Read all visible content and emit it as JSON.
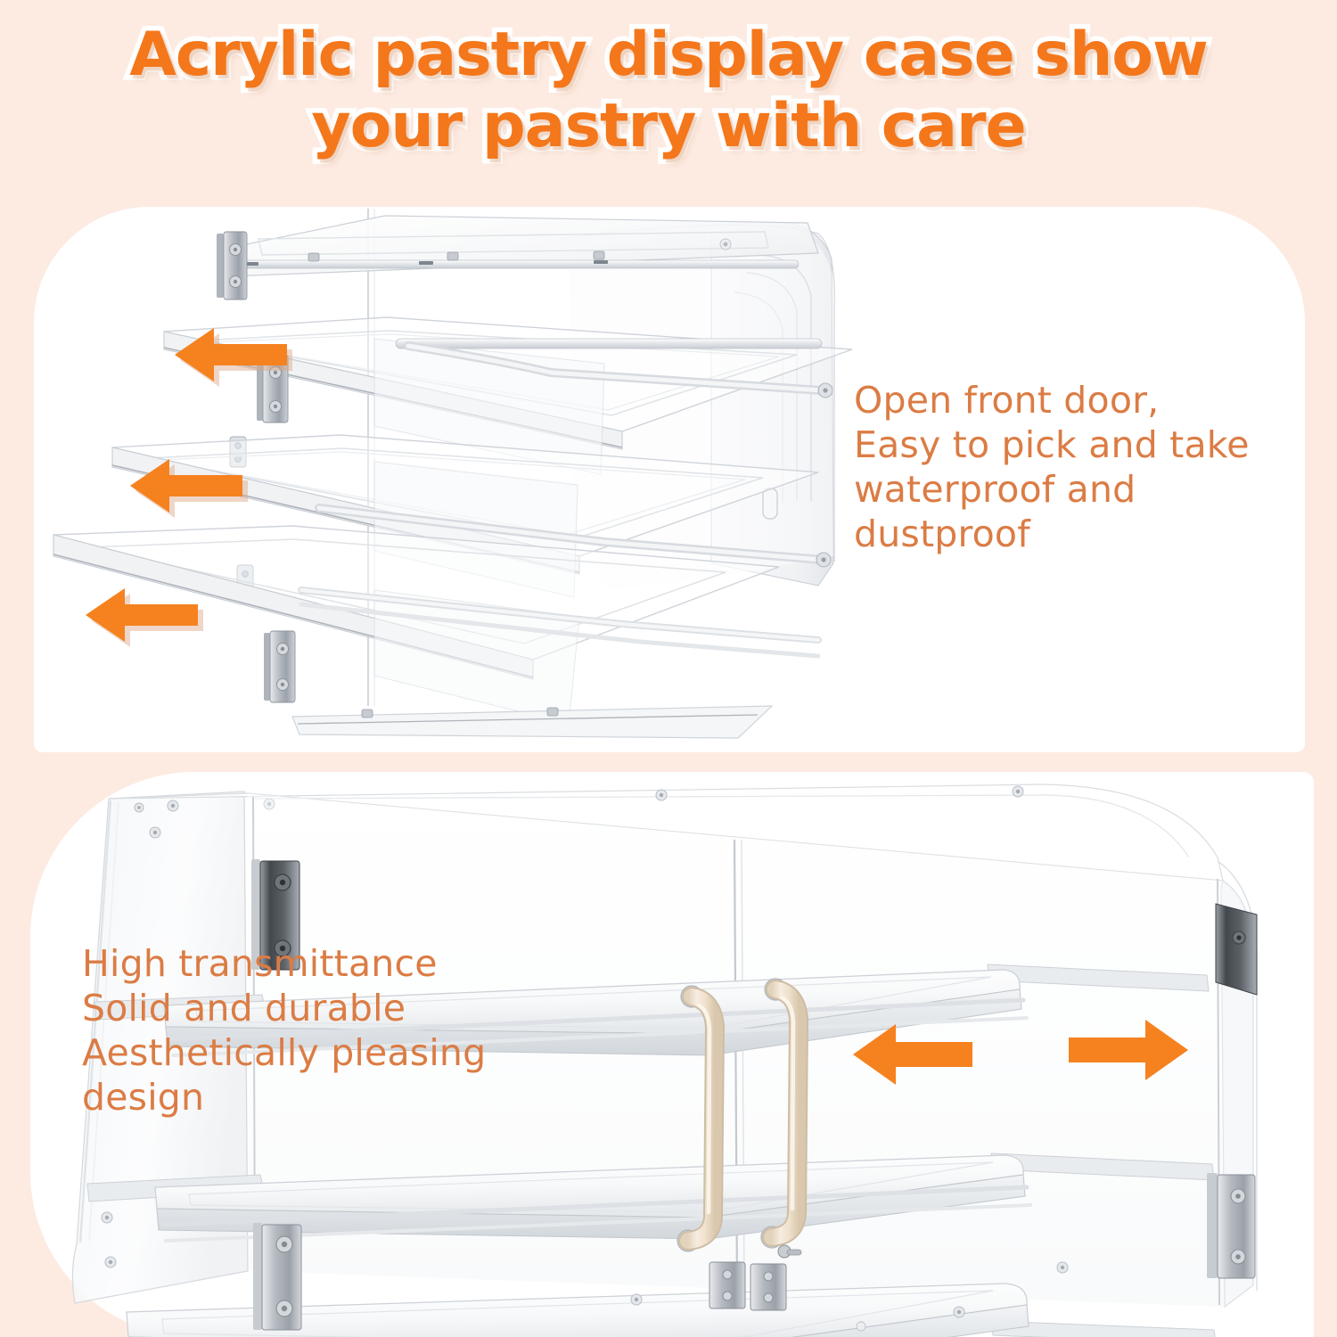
{
  "background_color": "#fdebe2",
  "accent_orange": "#f5821f",
  "title_color": "#f4771b",
  "body_text_color": "#db7c44",
  "handle_color": "#f2e6d4",
  "title": {
    "line1": "Acrylic pastry display case show",
    "line2": "your pastry with care"
  },
  "panels": {
    "top": {
      "feature_text": "Open front door,\nEasy to pick and take\nwaterproof and\ndustproof",
      "arrows": [
        {
          "name": "tray-pull-arrow-top",
          "direction": "left"
        },
        {
          "name": "tray-pull-arrow-middle",
          "direction": "left"
        },
        {
          "name": "tray-pull-arrow-bottom",
          "direction": "left"
        }
      ],
      "product_alt": "Acrylic pastry display case with three trays sliding out, side perspective view"
    },
    "bottom": {
      "feature_text": "High transmittance\nSolid and durable\nAesthetically pleasing\ndesign",
      "arrows": [
        {
          "name": "door-slide-arrow-left",
          "direction": "left"
        },
        {
          "name": "door-slide-arrow-right",
          "direction": "right"
        }
      ],
      "product_alt": "Three-tier acrylic pastry display case with two hinged front doors and cream handles"
    }
  }
}
